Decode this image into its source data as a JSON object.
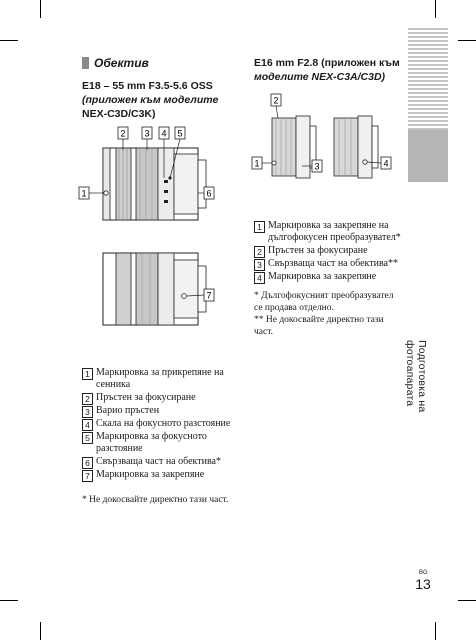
{
  "section": {
    "title": "Обектив"
  },
  "lens1": {
    "title_line1": "E18 – 55 mm F3.5-5.6 OSS",
    "title_line2": "(приложен към моделите",
    "title_line3": "NEX-C3D/C3K)",
    "callouts": [
      "1",
      "2",
      "3",
      "4",
      "5",
      "6",
      "7"
    ]
  },
  "lens2": {
    "title_line1": "E16 mm F2.8 (приложен към",
    "title_line2": "моделите NEX-C3A/C3D)",
    "callouts": [
      "1",
      "2",
      "3",
      "4"
    ]
  },
  "legend1": [
    {
      "num": "1",
      "text": "Маркировка за прикрепяне на сенника"
    },
    {
      "num": "2",
      "text": "Пръстен за фокусиране"
    },
    {
      "num": "3",
      "text": "Варио пръстен"
    },
    {
      "num": "4",
      "text": "Скала на фокусното разстояние"
    },
    {
      "num": "5",
      "text": "Маркировка за фокусното разстояние"
    },
    {
      "num": "6",
      "text": "Свързваща част на обектива*"
    },
    {
      "num": "7",
      "text": "Маркировка за закрепяне"
    }
  ],
  "legend2": [
    {
      "num": "1",
      "text": "Маркировка за закрепяне на дългофокусен преобразувател*"
    },
    {
      "num": "2",
      "text": "Пръстен за фокусиране"
    },
    {
      "num": "3",
      "text": "Свързваща част на обектива**"
    },
    {
      "num": "4",
      "text": "Маркировка за закрепяне"
    }
  ],
  "notes2": {
    "note1": "* Дългофокусният преобразувател се продава отделно.",
    "note2": "** Не докосвайте директно тази част."
  },
  "note1": "* Не докосвайте директно тази част.",
  "sidebar": {
    "label": "Подготовка на фотоапарата"
  },
  "page": {
    "lang": "BG",
    "number": "13"
  }
}
